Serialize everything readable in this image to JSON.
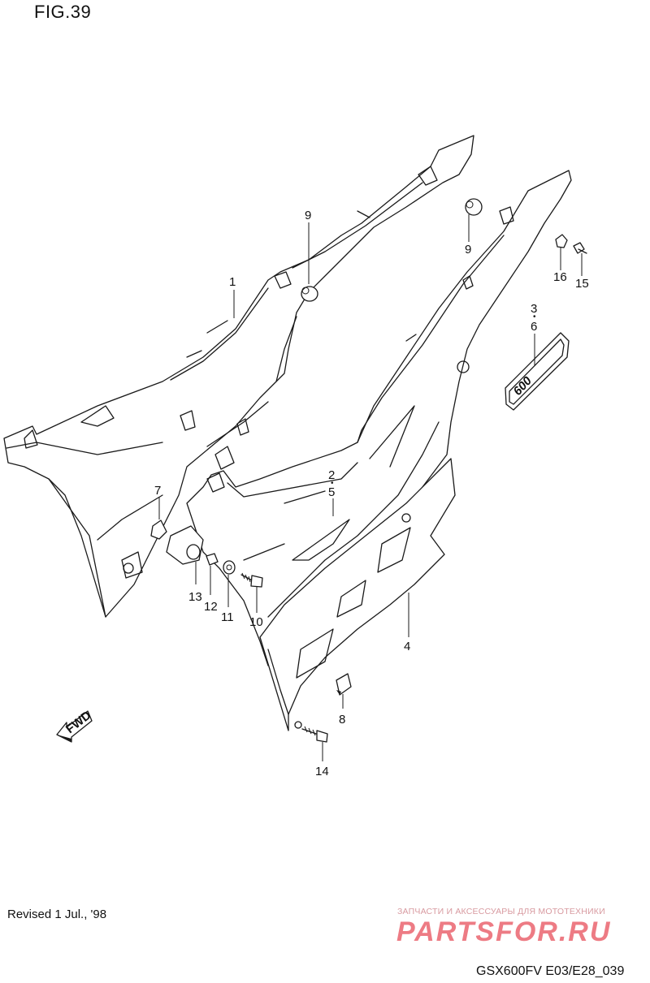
{
  "header": {
    "figure_label": "FIG.39"
  },
  "footer": {
    "revision": "Revised 1 Jul., '98",
    "drawing_code": "GSX600FV E03/E28_039"
  },
  "watermark": {
    "tagline": "ЗАПЧАСТИ И АКСЕССУАРЫ ДЛЯ МОТОТЕХНИКИ",
    "logo_text": "PARTSFOR.RU",
    "color": "#e8505b"
  },
  "direction_indicator": {
    "label": "FWD"
  },
  "emblem": {
    "text": "600"
  },
  "callouts": [
    {
      "id": "c1",
      "text": "1"
    },
    {
      "id": "c9a",
      "text": "9"
    },
    {
      "id": "c9b",
      "text": "9"
    },
    {
      "id": "c16",
      "text": "16"
    },
    {
      "id": "c15",
      "text": "15"
    },
    {
      "id": "c3",
      "text": "3"
    },
    {
      "id": "c6",
      "text": "6"
    },
    {
      "id": "c2",
      "text": "2"
    },
    {
      "id": "c5",
      "text": "5"
    },
    {
      "id": "c7",
      "text": "7"
    },
    {
      "id": "c13",
      "text": "13"
    },
    {
      "id": "c12",
      "text": "12"
    },
    {
      "id": "c11",
      "text": "11"
    },
    {
      "id": "c10",
      "text": "10"
    },
    {
      "id": "c4",
      "text": "4"
    },
    {
      "id": "c8",
      "text": "8"
    },
    {
      "id": "c14",
      "text": "14"
    }
  ]
}
